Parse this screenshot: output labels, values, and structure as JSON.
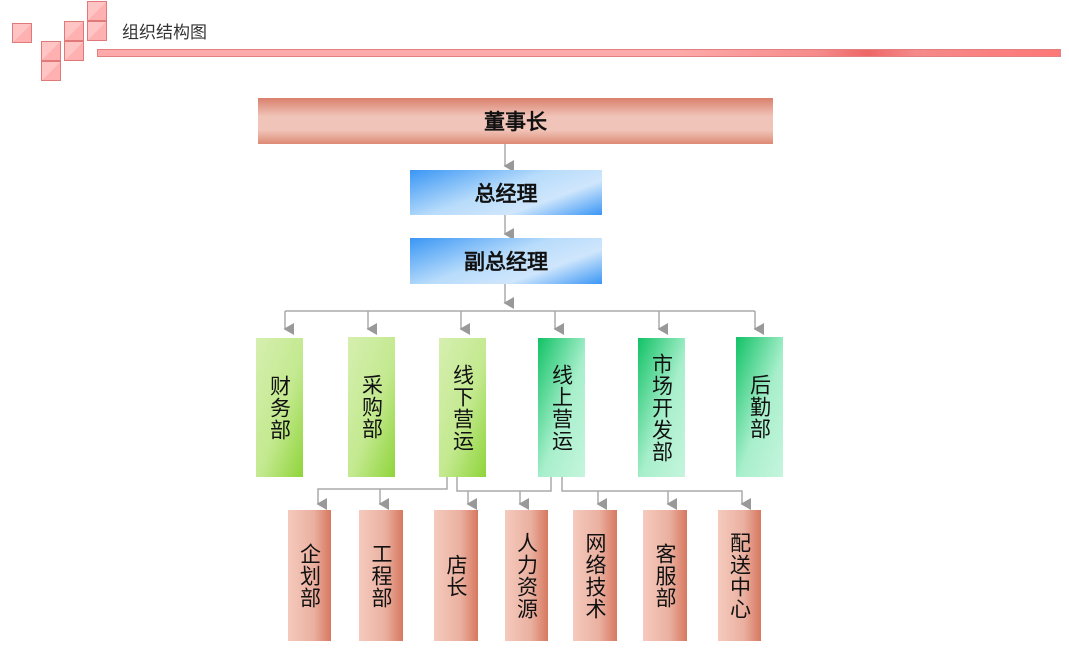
{
  "header": {
    "title": "组织结构图"
  },
  "chairman": "董事长",
  "general_manager": "总经理",
  "deputy_general_manager": "副总经理",
  "departments": [
    "财务部",
    "采购部",
    "线下营运",
    "线上营运",
    "市场开发部",
    "后勤部"
  ],
  "sub_departments": [
    "企划部",
    "工程部",
    "店长",
    "人力资源",
    "网络技术",
    "客服部",
    "配送中心"
  ]
}
